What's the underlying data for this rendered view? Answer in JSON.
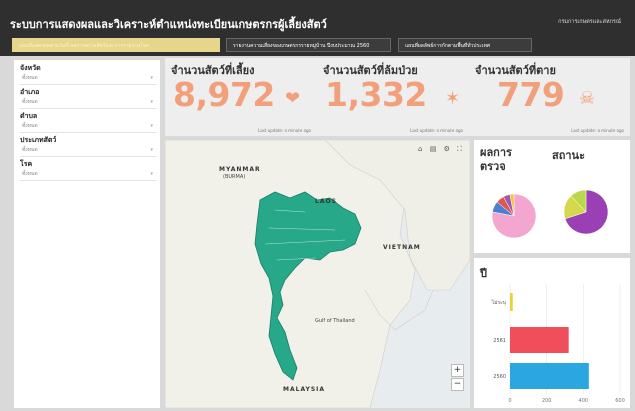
{
  "header": {
    "title": "ระบบการแสดงผลและวิเคราะห์ตำแหน่งทะเบียนเกษตรกรผู้เลี้ยงสัตว์",
    "right_link": "กรมการเกษตรและสหกรณ์"
  },
  "tabs": [
    {
      "label": "แผนที่แสดงผลตามวันที่ ผลการตรวจสัตว์และการรายงานโรค"
    },
    {
      "label": "รายงานความเสี่ยงของเกษตรกรรายหมู่บ้าน ปีงบประมาณ 2560"
    },
    {
      "label": "แผนที่ผลลัพธ์การกักตามพื้นที่ทั่วประเทศ"
    }
  ],
  "filters": [
    {
      "label": "จังหวัด",
      "value": "ทั้งหมด"
    },
    {
      "label": "อำเภอ",
      "value": "ทั้งหมด"
    },
    {
      "label": "ตำบล",
      "value": "ทั้งหมด"
    },
    {
      "label": "ประเภทสัตว์",
      "value": "ทั้งหมด"
    },
    {
      "label": "โรค",
      "value": "ทั้งหมด"
    }
  ],
  "kpis": [
    {
      "title": "จำนวนสัตว์ที่เลี้ยง",
      "value": "8,972",
      "icon": "heart-icon",
      "glyph": "❤",
      "footer": "Last update: a minute ago"
    },
    {
      "title": "จำนวนสัตว์ที่ล้มป่วย",
      "value": "1,332",
      "icon": "sick-animal-icon",
      "glyph": "✶",
      "footer": "Last update: a minute ago"
    },
    {
      "title": "จำนวนสัตว์ที่ตาย",
      "value": "779",
      "icon": "skull-icon",
      "glyph": "☠",
      "footer": "Last update: a minute ago"
    }
  ],
  "map": {
    "tools": [
      "⌂",
      "▤",
      "⚙",
      "⛶"
    ],
    "zoom_in": "+",
    "zoom_out": "−",
    "labels": {
      "myanmar": "MYANMAR",
      "burma": "(BURMA)",
      "laos": "LAOS",
      "vietnam": "VIETNAM",
      "malaysia": "MALAYSIA",
      "gulf": "Gulf of Thailand"
    }
  },
  "pies": {
    "title_left": "ผลการตรวจ",
    "title_right": "สถานะ"
  },
  "colors": {
    "kpi_accent": "#f2a07b",
    "thailand_fill": "#27a888",
    "header_bg": "#2f2f2f",
    "active_tab": "#e6d58a"
  },
  "chart_data": [
    {
      "type": "pie",
      "slices": [
        {
          "value": 78,
          "color": "#f3a6cf"
        },
        {
          "value": 8,
          "color": "#4b7fd6"
        },
        {
          "value": 6,
          "color": "#e2574c"
        },
        {
          "value": 5,
          "color": "#9b59b6"
        },
        {
          "value": 3,
          "color": "#f3c43c"
        }
      ]
    },
    {
      "type": "pie",
      "slices": [
        {
          "value": 70,
          "color": "#9b3fb5"
        },
        {
          "value": 18,
          "color": "#d4d84a"
        },
        {
          "value": 12,
          "color": "#bcd84a"
        }
      ]
    },
    {
      "type": "bar",
      "orientation": "horizontal",
      "title": "ปี",
      "categories": [
        "ไม่ระบุ",
        "2561",
        "2560"
      ],
      "values": [
        15,
        320,
        430
      ],
      "colors": [
        "#e8d23c",
        "#f04e5a",
        "#2aa7e0"
      ],
      "xlim": [
        0,
        600
      ],
      "xticks": [
        0,
        200,
        400,
        600
      ]
    }
  ]
}
